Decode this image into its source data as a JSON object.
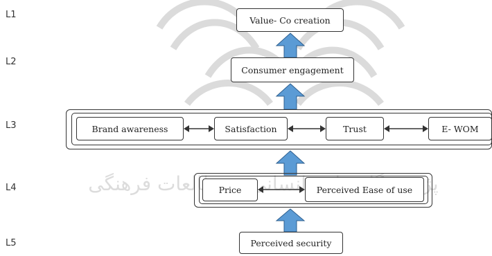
{
  "levels": [
    "L1",
    "L2",
    "L3",
    "L4",
    "L5"
  ],
  "nodes": {
    "value_co_creation": "Value- Co creation",
    "consumer_engagement": "Consumer engagement",
    "brand_awareness": "Brand awareness",
    "satisfaction": "Satisfaction",
    "trust": "Trust",
    "e_wom": "E- WOM",
    "price": "Price",
    "perceived_ease_of_use": "Perceived Ease of use",
    "perceived_security": "Perceived security"
  },
  "watermark_text": "پژوهشگاه علوم انسانی و مطالعات فرهنگی",
  "colors": {
    "arrow_fill": "#5b9bd5",
    "arrow_stroke": "#2e5f8f",
    "line": "#333333",
    "watermark": "#d4d4d4"
  }
}
